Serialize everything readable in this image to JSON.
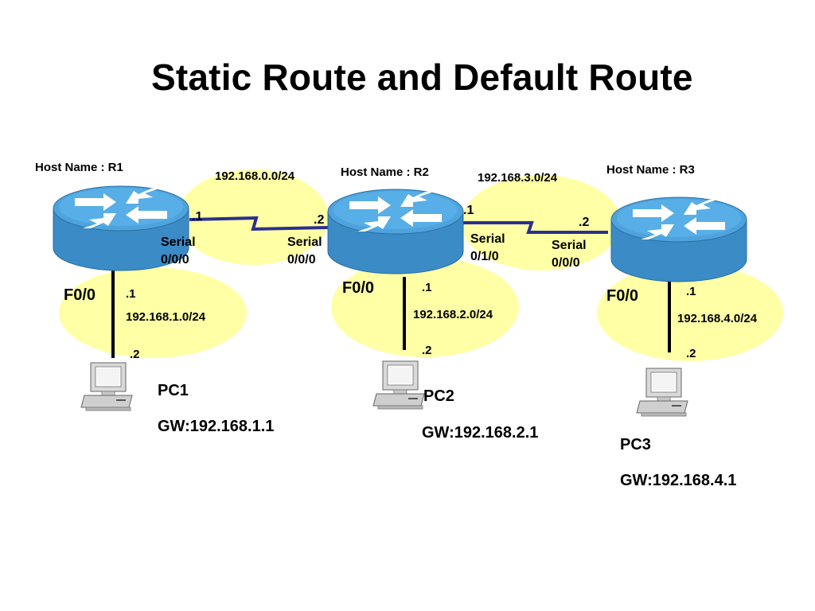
{
  "title": "Static Route and Default Route",
  "colors": {
    "network_ellipse": "#ffffa6",
    "router_body": "#3d8fc9",
    "router_top": "#4a9fd8",
    "serial_link": "#2b2f8f",
    "lan_link": "#000000"
  },
  "routers": [
    {
      "id": "R1",
      "hostname": "Host Name : R1",
      "lan_interface": "F0/0",
      "lan_ip": ".1",
      "lan_network": "192.168.1.0/24"
    },
    {
      "id": "R2",
      "hostname": "Host Name : R2",
      "lan_interface": "F0/0",
      "lan_ip": ".1",
      "lan_network": "192.168.2.0/24"
    },
    {
      "id": "R3",
      "hostname": "Host Name : R3",
      "lan_interface": "F0/0",
      "lan_ip": ".1",
      "lan_network": "192.168.4.0/24"
    }
  ],
  "serial_links": [
    {
      "network": "192.168.0.0/24",
      "a": {
        "router": "R1",
        "ip": ".1",
        "interface_line1": "Serial",
        "interface_line2": "0/0/0"
      },
      "b": {
        "router": "R2",
        "ip": ".2",
        "interface_line1": "Serial",
        "interface_line2": "0/0/0"
      }
    },
    {
      "network": "192.168.3.0/24",
      "a": {
        "router": "R2",
        "ip": ".1",
        "interface_line1": "Serial",
        "interface_line2": "0/1/0"
      },
      "b": {
        "router": "R3",
        "ip": ".2",
        "interface_line1": "Serial",
        "interface_line2": "0/0/0"
      }
    }
  ],
  "pcs": [
    {
      "name": "PC1",
      "ip": ".2",
      "gateway": "GW:192.168.1.1"
    },
    {
      "name": "PC2",
      "ip": ".2",
      "gateway": "GW:192.168.2.1"
    },
    {
      "name": "PC3",
      "ip": ".2",
      "gateway": "GW:192.168.4.1"
    }
  ],
  "icons": {
    "router": "router-icon",
    "pc": "pc-icon"
  }
}
